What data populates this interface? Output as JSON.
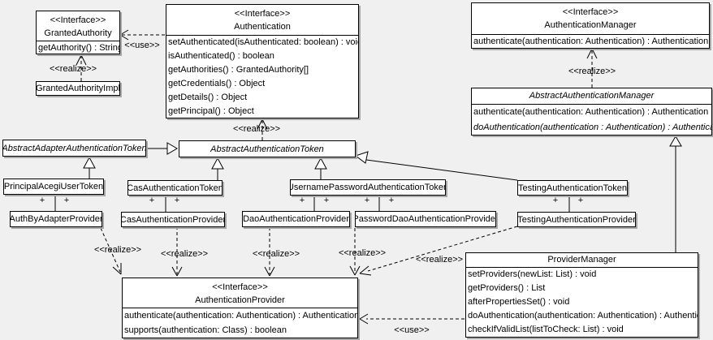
{
  "colors": {
    "background": "#f0f0f0",
    "box_fill": "#ffffff",
    "line": "#000000",
    "shadow": "#a8a8a8"
  },
  "labels": {
    "use": "<<use>>",
    "realize": "<<realize>>",
    "plus": "+"
  },
  "boxes": {
    "granted_authority": {
      "stereotype": "<<Interface>>",
      "name": "GrantedAuthority",
      "methods": [
        "getAuthority() : String"
      ]
    },
    "granted_authority_impl": {
      "name": "GrantedAuthorityImpl"
    },
    "authentication": {
      "stereotype": "<<Interface>>",
      "name": "Authentication",
      "methods": [
        "setAuthenticated(isAuthenticated: boolean) : void",
        "isAuthenticated() : boolean",
        "getAuthorities() : GrantedAuthority[]",
        "getCredentials() : Object",
        "getDetails() : Object",
        "getPrincipal() : Object"
      ]
    },
    "authentication_manager": {
      "stereotype": "<<Interface>>",
      "name": "AuthenticationManager",
      "methods": [
        "authenticate(authentication: Authentication) : Authentication"
      ]
    },
    "abstract_authentication_manager": {
      "name": "AbstractAuthenticationManager",
      "methods": [
        "authenticate(authentication: Authentication) : Authentication",
        "doAuthentication(authentication : Authentication) : Authentication"
      ]
    },
    "abstract_adapter_authentication_token": {
      "name": "AbstractAdapterAuthenticationToken"
    },
    "abstract_authentication_token": {
      "name": "AbstractAuthenticationToken"
    },
    "principal_acegi_user_token": {
      "name": "PrincipalAcegiUserToken"
    },
    "cas_authentication_token": {
      "name": "CasAuthenticationToken"
    },
    "username_password_authentication_token": {
      "name": "UsernamePasswordAuthenticationToken"
    },
    "testing_authentication_token": {
      "name": "TestingAuthenticationToken"
    },
    "auth_by_adapter_provider": {
      "name": "AuthByAdapterProvider"
    },
    "cas_authentication_provider": {
      "name": "CasAuthenticationProvider"
    },
    "dao_authentication_provider": {
      "name": "DaoAuthenticationProvider"
    },
    "password_dao_authentication_provider": {
      "name": "PasswordDaoAuthenticationProvider"
    },
    "testing_authentication_provider": {
      "name": "TestingAuthenticationProvider"
    },
    "provider_manager": {
      "name": "ProviderManager",
      "methods": [
        "setProviders(newList: List) : void",
        "getProviders() : List",
        "afterPropertiesSet() : void",
        "doAuthentication(authentication: Authentication) : Authentication",
        "checkIfValidList(listToCheck: List) : void"
      ]
    },
    "authentication_provider": {
      "stereotype": "<<Interface>>",
      "name": "AuthenticationProvider",
      "methods": [
        "authenticate(authentication: Authentication) : Authentication",
        "supports(authentication: Class) : boolean"
      ]
    }
  }
}
